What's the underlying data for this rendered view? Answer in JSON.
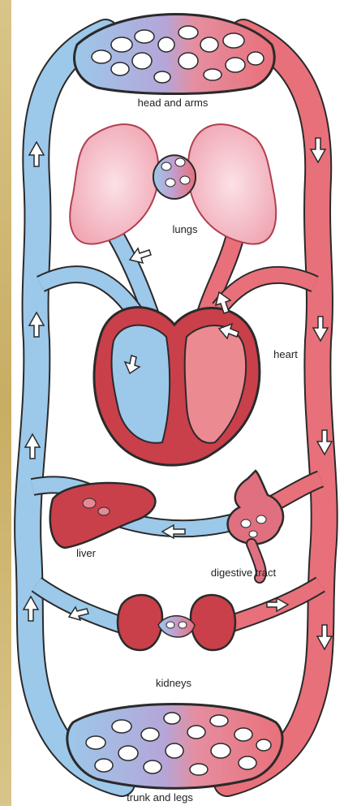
{
  "diagram": {
    "labels": {
      "head_and_arms": "head and arms",
      "lungs": "lungs",
      "heart": "heart",
      "liver": "liver",
      "digestive_tract": "digestive tract",
      "kidneys": "kidneys",
      "trunk_and_legs": "trunk and legs"
    }
  },
  "colors": {
    "deoxygenated": "#9cc8ea",
    "oxygenated": "#e8707a",
    "organ_red": "#c9404a",
    "outline": "#2a2a2a",
    "accent_bar": "#c8ad63"
  }
}
